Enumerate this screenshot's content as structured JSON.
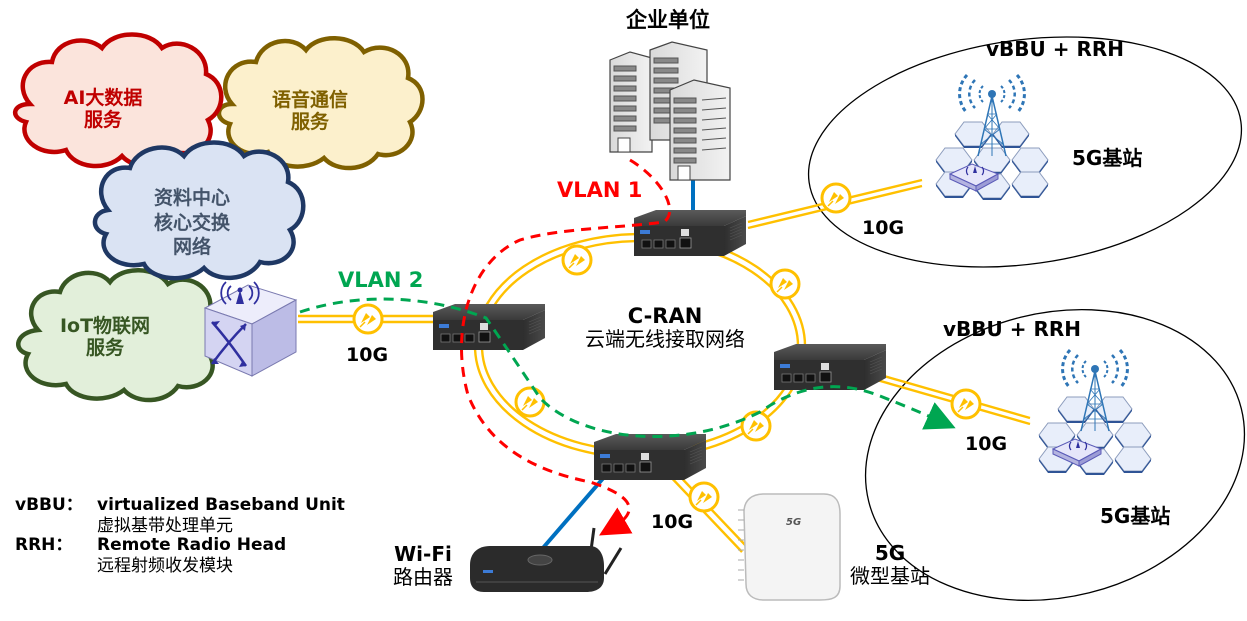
{
  "clouds": {
    "ai": {
      "line1": "AI大数据",
      "line2": "服务",
      "stroke": "#c00000",
      "fill": "#fbe4dc"
    },
    "voice": {
      "line1": "语音通信",
      "line2": "服务",
      "stroke": "#7f6000",
      "fill": "#fcf0cc"
    },
    "datacenter": {
      "line1": "资料中心",
      "line2": "核心交换",
      "line3": "网络",
      "stroke": "#1f3864",
      "fill": "#dae3f3"
    },
    "iot": {
      "line1": "IoT物联网",
      "line2": "服务",
      "stroke": "#375623",
      "fill": "#e2efda"
    }
  },
  "labels": {
    "enterprise": "企业单位",
    "vlan1": "VLAN 1",
    "vlan2": "VLAN 2",
    "cran_title": "C-RAN",
    "cran_subtitle": "云端无线接取网络",
    "link_left": "10G",
    "link_top_right": "10G",
    "link_right": "10G",
    "link_bottom": "10G",
    "site_top_title": "vBBU + RRH",
    "site_top_station": "5G基站",
    "site_right_title": "vBBU + RRH",
    "site_right_station": "5G基站",
    "wifi_line1": "Wi-Fi",
    "wifi_line2": "路由器",
    "small_cell_line1": "5G",
    "small_cell_line2": "微型基站",
    "small_cell_badge": "5G"
  },
  "legend": [
    {
      "abbr": "vBBU：",
      "en": "virtualized Baseband Unit",
      "cn": "虚拟基带处理单元"
    },
    {
      "abbr": "RRH：",
      "en": "Remote Radio Head",
      "cn": "远程射频收发模块"
    }
  ],
  "colors": {
    "fiber": "#ffc000",
    "vlan1": "#ff0000",
    "vlan1_text": "#ff0000",
    "vlan2": "#00a651",
    "vlan2_text": "#00a651",
    "ethernet": "#0070c0",
    "switch_body": "#3a3a3a"
  }
}
